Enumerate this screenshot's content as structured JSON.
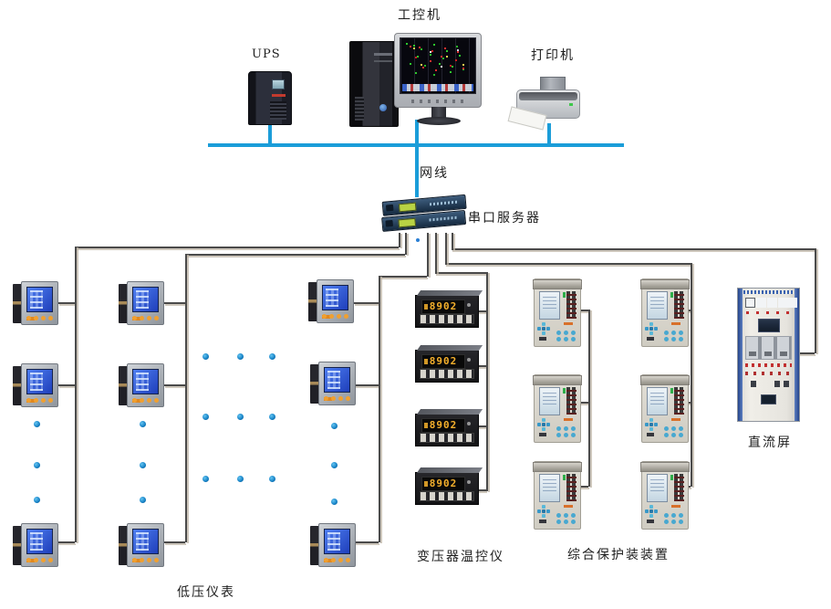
{
  "diagram": {
    "labels": {
      "industrial_pc": "工控机",
      "ups": "UPS",
      "printer": "打印机",
      "network_cable": "网线",
      "serial_server": "串口服务器",
      "low_voltage_meters": "低压仪表",
      "transformer_temp_controller": "变压器温控仪",
      "integrated_protection_device": "综合保护装装置",
      "dc_panel": "直流屏"
    },
    "equipment": {
      "temp_display_value": "8902",
      "counts": {
        "low_voltage_meters_shown": 9,
        "transformer_temp_controllers": 4,
        "protection_devices": 6,
        "serial_server_units": 2,
        "dc_panels": 1
      }
    },
    "colors": {
      "network_line": "#1b9dd9",
      "connection_line": "#4a4a4a",
      "ellipsis_dot": "#1580c4",
      "meter_screen_blue": "#2b55d0",
      "temp_display_amber": "#f5b02c",
      "protection_body": "#dcd9d0",
      "cabinet_rail_blue": "#2e55a0"
    }
  }
}
